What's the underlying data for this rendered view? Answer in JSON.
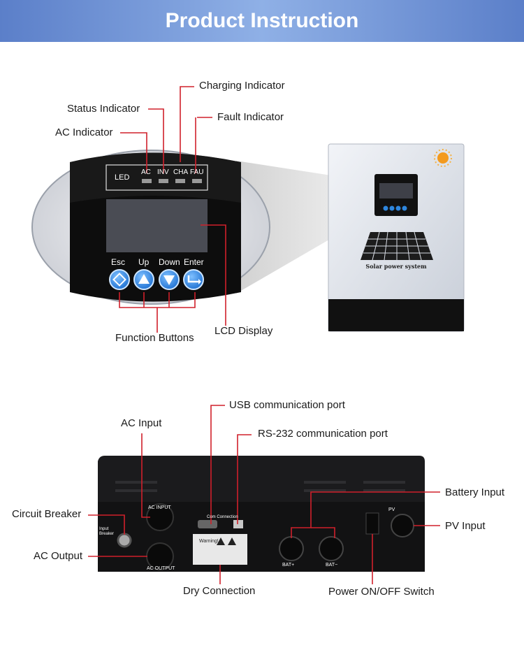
{
  "header": {
    "title": "Product Instruction"
  },
  "panel": {
    "led_label": "LED",
    "leds": [
      "AC",
      "INV",
      "CHA",
      "FAU"
    ],
    "buttons": [
      "Esc",
      "Up",
      "Down",
      "Enter"
    ]
  },
  "top_labels": {
    "charging": "Charging Indicator",
    "status": "Status Indicator",
    "fault": "Fault Indicator",
    "ac": "AC Indicator",
    "function_buttons": "Function Buttons",
    "lcd": "LCD Display"
  },
  "device": {
    "caption": "Solar power system"
  },
  "bottom_labels": {
    "usb": "USB communication port",
    "ac_input": "AC Input",
    "rs232": "RS-232 communication port",
    "battery_input": "Battery Input",
    "circuit_breaker": "Circuit Breaker",
    "pv_input": "PV Input",
    "ac_output": "AC Output",
    "dry_connection": "Dry Connection",
    "power_switch": "Power ON/OFF Switch"
  },
  "rear_panel": {
    "ac_input_port": "AC INPUT",
    "ac_output_port": "AC OUTPUT",
    "input_breaker_line1": "Input",
    "input_breaker_line2": "Breaker",
    "com_connection": "Com Connection",
    "warning": "Warning!",
    "bat_pos": "BAT+",
    "bat_neg": "BAT−",
    "pv": "PV"
  },
  "colors": {
    "banner": "#6f93d8",
    "callout_line": "#d0202b",
    "button_blue": "#2e86de"
  }
}
